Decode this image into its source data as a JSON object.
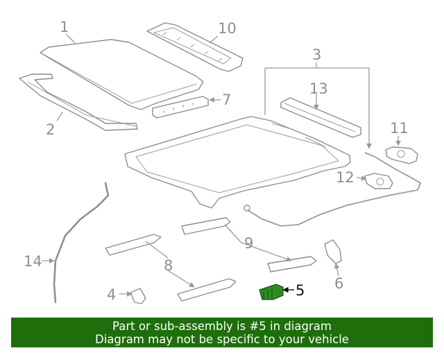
{
  "callouts": {
    "c1": "1",
    "c2": "2",
    "c3": "3",
    "c4": "4",
    "c5": "5",
    "c6": "6",
    "c7": "7",
    "c8": "8",
    "c9": "9",
    "c10": "10",
    "c11": "11",
    "c12": "12",
    "c13": "13",
    "c14": "14"
  },
  "highlighted_part": "5",
  "colors": {
    "highlight": "#2e8b22",
    "banner": "#1e6e0c",
    "line": "#8c8c8c"
  },
  "banner": {
    "line1": "Part or sub-assembly is #5 in diagram",
    "line2": "Diagram may not be specific to your vehicle"
  }
}
